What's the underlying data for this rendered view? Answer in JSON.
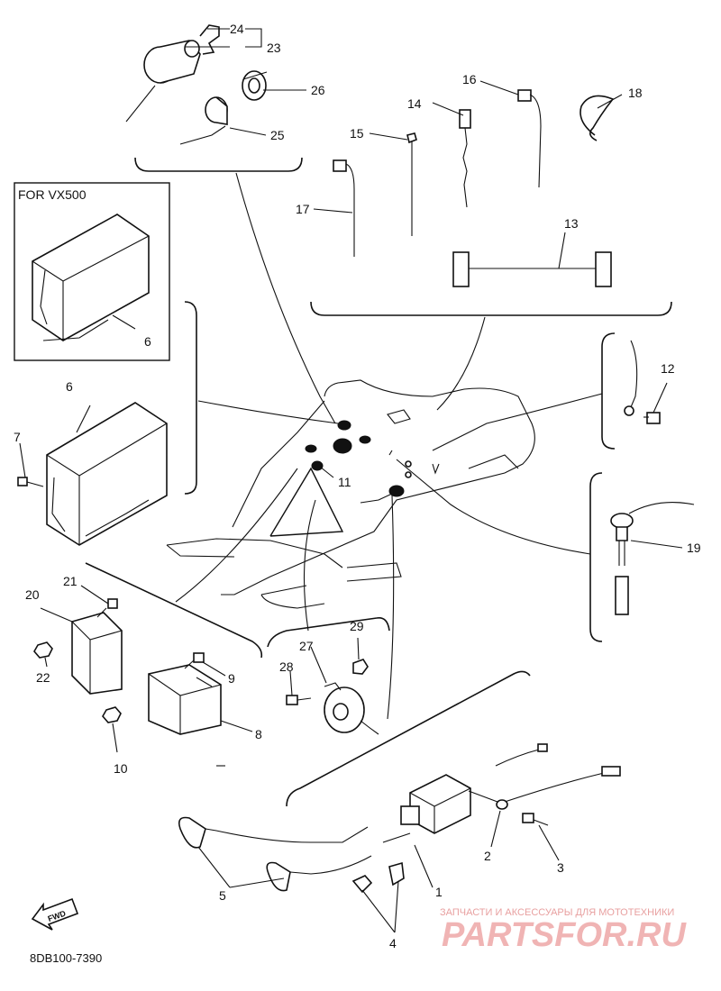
{
  "diagram": {
    "variant_box_label": "FOR VX500",
    "diagram_code": "8DB100-7390",
    "fwd_arrow_label": "FWD",
    "watermark_tagline": "ЗАПЧАСТИ И АКСЕССУАРЫ ДЛЯ МОТОТЕХНИКИ",
    "watermark_logo": "PARTSFOR.RU",
    "callouts": [
      "1",
      "2",
      "3",
      "4",
      "5",
      "6",
      "6",
      "7",
      "8",
      "9",
      "10",
      "11",
      "12",
      "13",
      "14",
      "15",
      "16",
      "17",
      "18",
      "19",
      "20",
      "21",
      "22",
      "23",
      "24",
      "25",
      "26",
      "27",
      "28",
      "29"
    ]
  }
}
